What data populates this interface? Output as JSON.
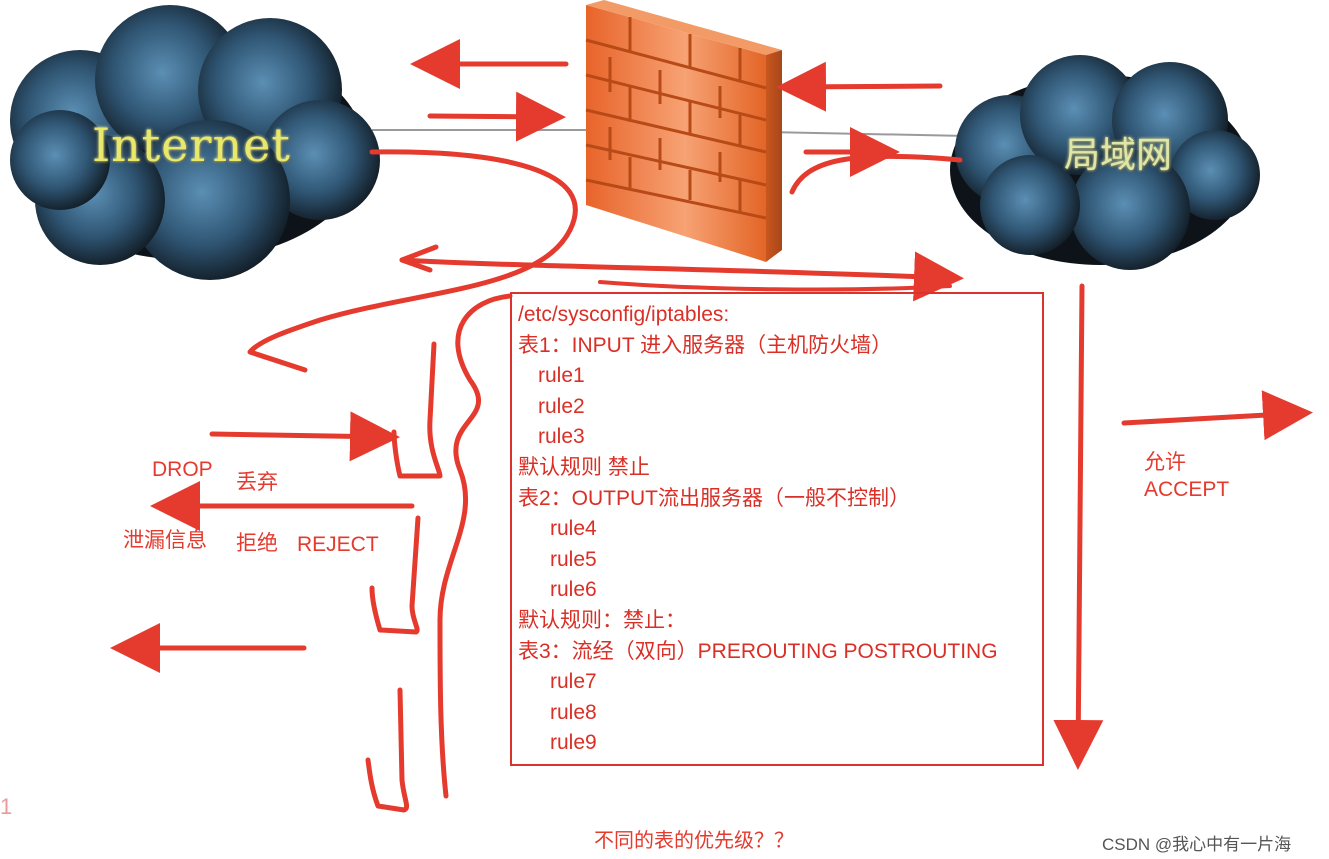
{
  "clouds": {
    "left_label": "Internet",
    "right_label": "局域网"
  },
  "rules_box": {
    "lines": [
      {
        "text": "/etc/sysconfig/iptables:",
        "indent": 0
      },
      {
        "text": "表1：INPUT 进入服务器（主机防火墙）",
        "indent": 0
      },
      {
        "text": "rule1",
        "indent": 1
      },
      {
        "text": "rule2",
        "indent": 1
      },
      {
        "text": "rule3",
        "indent": 1
      },
      {
        "text": "默认规则 禁止",
        "indent": 0
      },
      {
        "text": "表2：OUTPUT流出服务器（一般不控制）",
        "indent": 0
      },
      {
        "text": "rule4",
        "indent": 2
      },
      {
        "text": "rule5",
        "indent": 2
      },
      {
        "text": "rule6",
        "indent": 2
      },
      {
        "text": "默认规则：禁止：",
        "indent": 0
      },
      {
        "text": "表3：流经（双向）PREROUTING POSTROUTING",
        "indent": 0
      },
      {
        "text": "rule7",
        "indent": 2
      },
      {
        "text": "rule8",
        "indent": 2
      },
      {
        "text": "rule9",
        "indent": 2
      }
    ]
  },
  "side_labels": {
    "drop": "DROP",
    "discard": "丢弃",
    "leak": "泄漏信息",
    "refuse": "拒绝",
    "reject": "REJECT",
    "allow": "允许",
    "accept": "ACCEPT"
  },
  "footer_question": "不同的表的优先级？？",
  "watermark": "CSDN @我心中有一片海",
  "edge_mark": "1",
  "colors": {
    "annotation_red": "#e53a2e",
    "wall_orange": "#f07a3a",
    "cloud_dark": "#1a2530",
    "cloud_blue": "#3d6a8c"
  }
}
